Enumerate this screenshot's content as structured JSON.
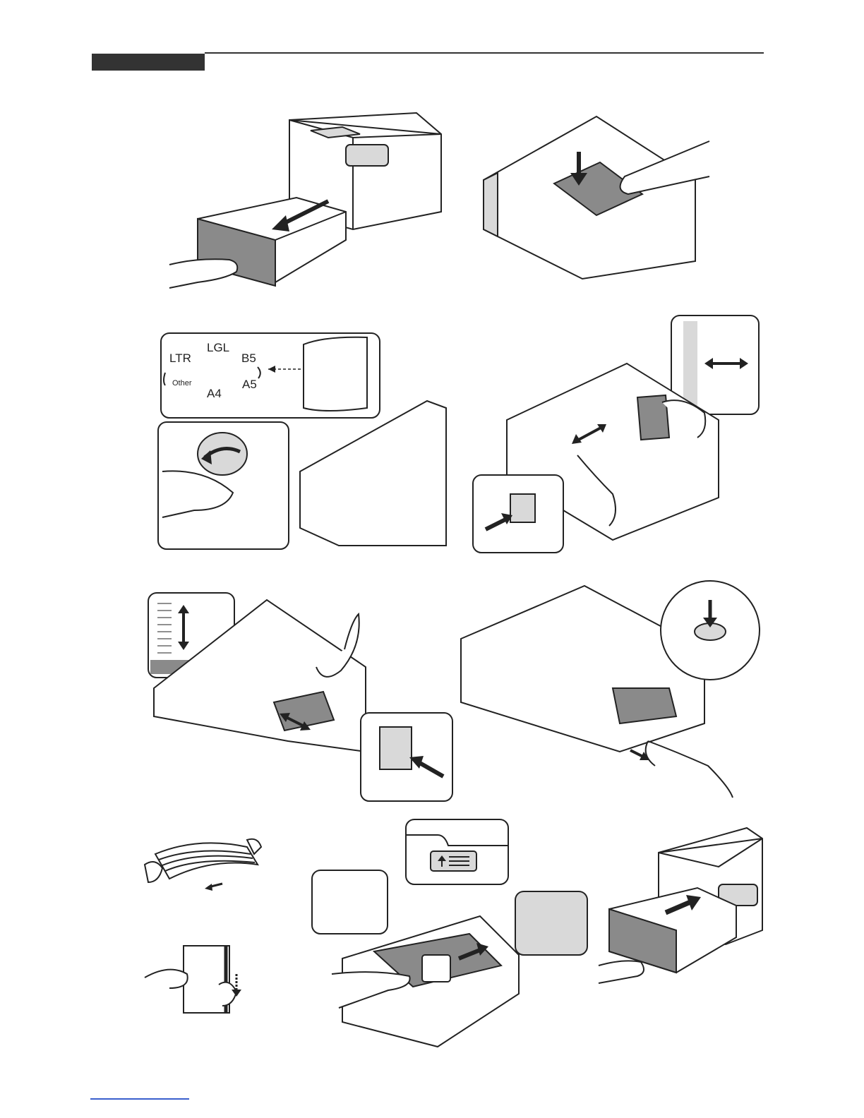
{
  "dial_labels": {
    "ltr": "LTR",
    "lgl": "LGL",
    "b5": "B5",
    "other": "Other",
    "a4": "A4",
    "a5": "A5"
  }
}
